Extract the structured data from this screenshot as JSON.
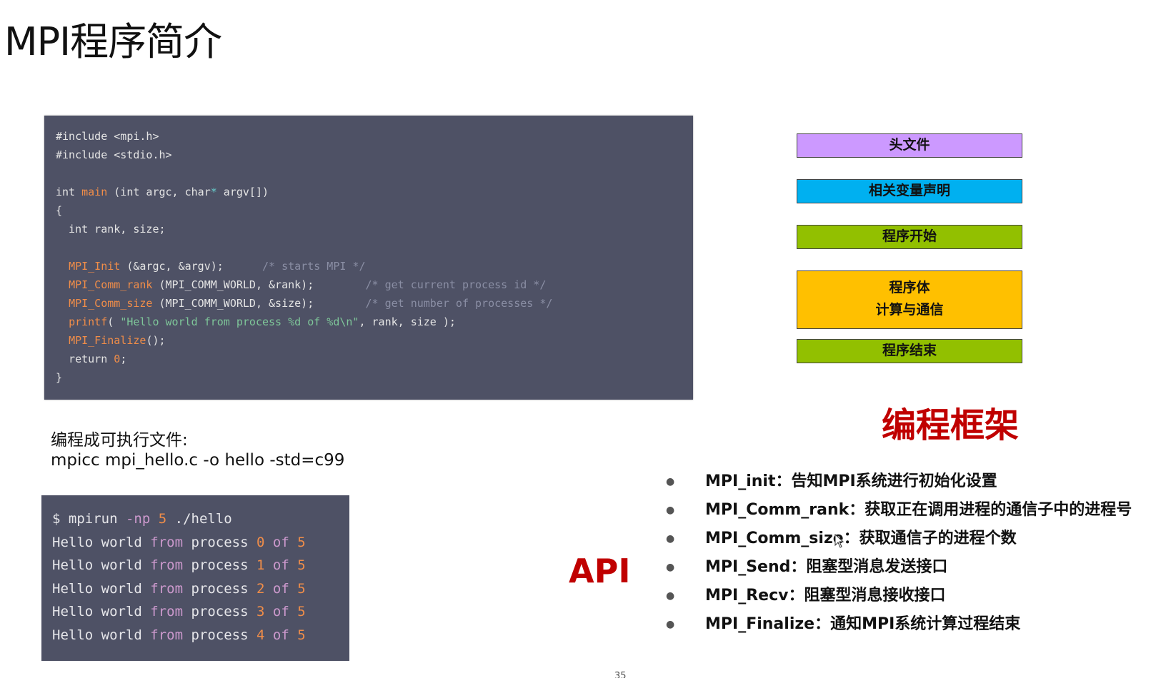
{
  "slide": {
    "title": "MPI程序简介",
    "page_number": "35"
  },
  "code": {
    "lines": [
      [
        {
          "t": "#include <mpi.h>",
          "c": "kw"
        }
      ],
      [
        {
          "t": "#include <stdio.h>",
          "c": "kw"
        }
      ],
      [
        {
          "t": "",
          "c": "kw"
        }
      ],
      [
        {
          "t": "int ",
          "c": "kw"
        },
        {
          "t": "main",
          "c": "fn"
        },
        {
          "t": " (int argc, char",
          "c": "kw"
        },
        {
          "t": "*",
          "c": "op"
        },
        {
          "t": " argv[])",
          "c": "kw"
        }
      ],
      [
        {
          "t": "{",
          "c": "kw"
        }
      ],
      [
        {
          "t": "  int rank, size;",
          "c": "kw"
        }
      ],
      [
        {
          "t": "",
          "c": "kw"
        }
      ],
      [
        {
          "t": "  ",
          "c": "kw"
        },
        {
          "t": "MPI_Init",
          "c": "fn"
        },
        {
          "t": " (&argc, &argv);      ",
          "c": "kw"
        },
        {
          "t": "/* starts MPI */",
          "c": "cm"
        }
      ],
      [
        {
          "t": "  ",
          "c": "kw"
        },
        {
          "t": "MPI_Comm_rank",
          "c": "fn"
        },
        {
          "t": " (MPI_COMM_WORLD, &rank);        ",
          "c": "kw"
        },
        {
          "t": "/* get current process id */",
          "c": "cm"
        }
      ],
      [
        {
          "t": "  ",
          "c": "kw"
        },
        {
          "t": "MPI_Comm_size",
          "c": "fn"
        },
        {
          "t": " (MPI_COMM_WORLD, &size);        ",
          "c": "kw"
        },
        {
          "t": "/* get number of processes */",
          "c": "cm"
        }
      ],
      [
        {
          "t": "  ",
          "c": "kw"
        },
        {
          "t": "printf",
          "c": "fn"
        },
        {
          "t": "( ",
          "c": "kw"
        },
        {
          "t": "\"Hello world from process %d of %d\\n\"",
          "c": "str"
        },
        {
          "t": ", rank, size );",
          "c": "kw"
        }
      ],
      [
        {
          "t": "  ",
          "c": "kw"
        },
        {
          "t": "MPI_Finalize",
          "c": "fn"
        },
        {
          "t": "();",
          "c": "kw"
        }
      ],
      [
        {
          "t": "  return ",
          "c": "kw"
        },
        {
          "t": "0",
          "c": "num"
        },
        {
          "t": ";",
          "c": "kw"
        }
      ],
      [
        {
          "t": "}",
          "c": "kw"
        }
      ]
    ]
  },
  "compile": {
    "label": "编程成可执行文件:",
    "command": "mpicc mpi_hello.c -o hello -std=c99"
  },
  "terminal": {
    "lines": [
      [
        {
          "t": "$ mpirun ",
          "c": "kw0"
        },
        {
          "t": "-np",
          "c": "op"
        },
        {
          "t": " ",
          "c": "kw0"
        },
        {
          "t": "5",
          "c": "num"
        },
        {
          "t": " ./hello",
          "c": "kw0"
        }
      ],
      [
        {
          "t": "Hello world ",
          "c": "kw0"
        },
        {
          "t": "from",
          "c": "kw"
        },
        {
          "t": " process ",
          "c": "kw0"
        },
        {
          "t": "0",
          "c": "num"
        },
        {
          "t": " ",
          "c": "kw0"
        },
        {
          "t": "of",
          "c": "kw"
        },
        {
          "t": " ",
          "c": "kw0"
        },
        {
          "t": "5",
          "c": "num"
        }
      ],
      [
        {
          "t": "Hello world ",
          "c": "kw0"
        },
        {
          "t": "from",
          "c": "kw"
        },
        {
          "t": " process ",
          "c": "kw0"
        },
        {
          "t": "1",
          "c": "num"
        },
        {
          "t": " ",
          "c": "kw0"
        },
        {
          "t": "of",
          "c": "kw"
        },
        {
          "t": " ",
          "c": "kw0"
        },
        {
          "t": "5",
          "c": "num"
        }
      ],
      [
        {
          "t": "Hello world ",
          "c": "kw0"
        },
        {
          "t": "from",
          "c": "kw"
        },
        {
          "t": " process ",
          "c": "kw0"
        },
        {
          "t": "2",
          "c": "num"
        },
        {
          "t": " ",
          "c": "kw0"
        },
        {
          "t": "of",
          "c": "kw"
        },
        {
          "t": " ",
          "c": "kw0"
        },
        {
          "t": "5",
          "c": "num"
        }
      ],
      [
        {
          "t": "Hello world ",
          "c": "kw0"
        },
        {
          "t": "from",
          "c": "kw"
        },
        {
          "t": " process ",
          "c": "kw0"
        },
        {
          "t": "3",
          "c": "num"
        },
        {
          "t": " ",
          "c": "kw0"
        },
        {
          "t": "of",
          "c": "kw"
        },
        {
          "t": " ",
          "c": "kw0"
        },
        {
          "t": "5",
          "c": "num"
        }
      ],
      [
        {
          "t": "Hello world ",
          "c": "kw0"
        },
        {
          "t": "from",
          "c": "kw"
        },
        {
          "t": " process ",
          "c": "kw0"
        },
        {
          "t": "4",
          "c": "num"
        },
        {
          "t": " ",
          "c": "kw0"
        },
        {
          "t": "of",
          "c": "kw"
        },
        {
          "t": " ",
          "c": "kw0"
        },
        {
          "t": "5",
          "c": "num"
        }
      ]
    ]
  },
  "api_label": "API",
  "framework": {
    "title": "编程框架",
    "header_file": "头文件",
    "var_decl": "相关变量声明",
    "program_start": "程序开始",
    "program_body_line1": "程序体",
    "program_body_line2": "计算与通信",
    "program_end": "程序结束",
    "colors": {
      "header_file": "#cc99ff",
      "var_decl": "#00b0f0",
      "program_start": "#92c000",
      "program_body": "#ffc000",
      "program_end": "#92c000"
    }
  },
  "api_list": [
    "MPI_init：告知MPI系统进行初始化设置",
    "MPI_Comm_rank：获取正在调用进程的通信子中的进程号",
    "MPI_Comm_size：获取通信子的进程个数",
    "MPI_Send：阻塞型消息发送接口",
    "MPI_Recv：阻塞型消息接收接口",
    "MPI_Finalize：通知MPI系统计算过程结束"
  ],
  "icons": {
    "bullet": "bullet-dot-icon",
    "cursor": "mouse-pointer-icon"
  }
}
